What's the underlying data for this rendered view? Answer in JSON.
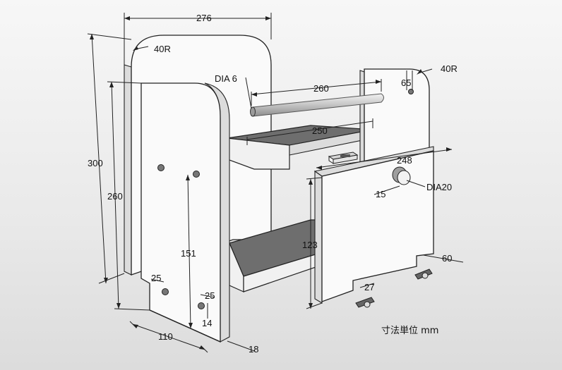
{
  "dimensions": {
    "top_width": "276",
    "top_radius": "40R",
    "back_height": "300",
    "front_height": "260",
    "rod_dia": "DIA 6",
    "rod_length": "260",
    "right_radius": "40R",
    "right_offset": "65",
    "shelf_width": "250",
    "door_width": "248",
    "knob_dia": "DIA20",
    "knob_offset": "15",
    "door_height": "123",
    "hole_height": "151",
    "hole_left_offset": "25",
    "hole_right_offset": "25",
    "hole_bottom": "14",
    "side_depth": "110",
    "thickness": "18",
    "hinge_spacing": "27",
    "hinge_offset": "60"
  },
  "unit_note": "寸法単位 mm",
  "colors": {
    "background": "#ebebeb",
    "panel": "#fafafa",
    "shelf": "#6e6e6e",
    "line": "#222222"
  }
}
